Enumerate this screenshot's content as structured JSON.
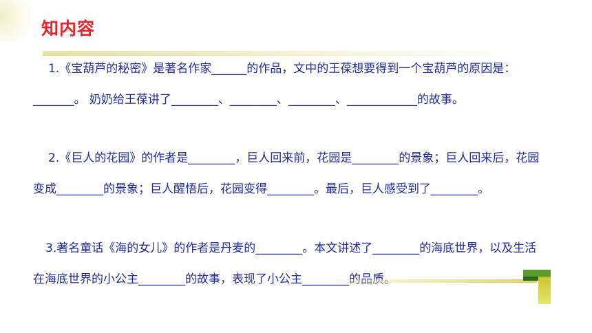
{
  "slide": {
    "title": "知内容",
    "q1": "1.《宝葫芦的秘密》是著名作家______的作品，文中的王葆想要得到一个宝葫芦的原因是：_______。   奶奶给王葆讲了________、________、________、____________的故事。",
    "q2": "2.《巨人的花园》的作者是________，巨人回来前，花园是________的景象；巨人回来后，花园变成________的景象；巨人醒悟后，花园变得________。最后，巨人感受到了________。",
    "q3": "3.著名童话《海的女儿》的作者是丹麦的________。本文讲述了________的海底世界，以及生活在海底世界的小公主________的故事，表现了小公主________的品质。"
  },
  "colors": {
    "title": "#e8232a",
    "body_text": "#1f2d95",
    "accent_green": "#5a9a2a",
    "accent_yellow": "#c9c42e"
  }
}
